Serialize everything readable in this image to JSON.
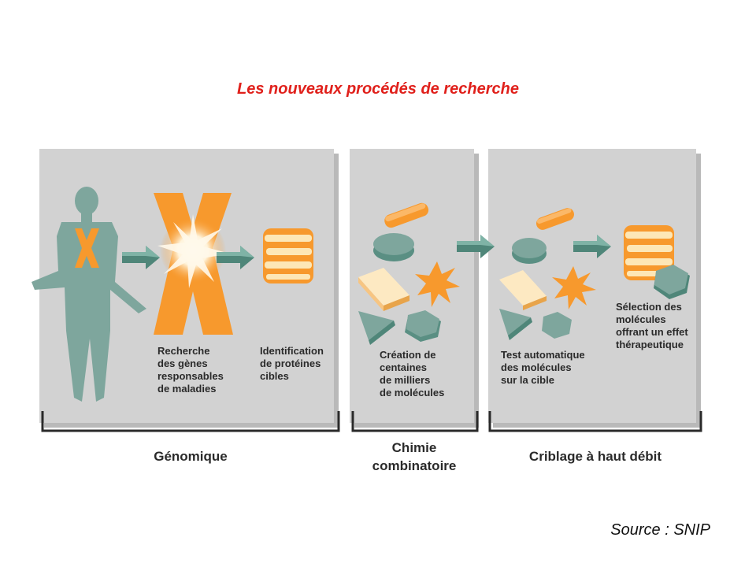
{
  "title": "Les nouveaux procédés de recherche",
  "source": "Source : SNIP",
  "colors": {
    "title": "#e0201b",
    "panel": "#d2d2d2",
    "panel_shadow": "#b9b9b9",
    "figure": "#7ea69d",
    "orange": "#f7992d",
    "stripe_light": "#fde7b6",
    "cream": "#fde9c2",
    "arrow": "#4f8679"
  },
  "panels": [
    {
      "id": "genomique",
      "captions": {
        "recherche": [
          "Recherche",
          "des gènes",
          "responsables",
          "de maladies"
        ],
        "identification": [
          "Identification",
          "de protéines",
          "cibles"
        ]
      }
    },
    {
      "id": "chimie",
      "captions": {
        "creation": [
          "Création de",
          "centaines",
          "de milliers",
          "de molécules"
        ]
      }
    },
    {
      "id": "criblage",
      "captions": {
        "test": [
          "Test automatique",
          "des molécules",
          "sur la cible"
        ],
        "selection": [
          "Sélection des",
          "molécules",
          "offrant un effet",
          "thérapeutique"
        ]
      }
    }
  ],
  "sections": [
    {
      "label_lines": [
        "Génomique"
      ]
    },
    {
      "label_lines": [
        "Chimie",
        "combinatoire"
      ]
    },
    {
      "label_lines": [
        "Criblage à haut débit"
      ]
    }
  ],
  "icons": [
    "human-figure-icon",
    "chromosome-x-icon",
    "striped-protein-icon",
    "arrow-right-icon",
    "molecule-pill-icon",
    "molecule-disc-icon",
    "molecule-slab-icon",
    "molecule-star-icon",
    "molecule-triangle-icon",
    "molecule-hexagon-icon"
  ]
}
